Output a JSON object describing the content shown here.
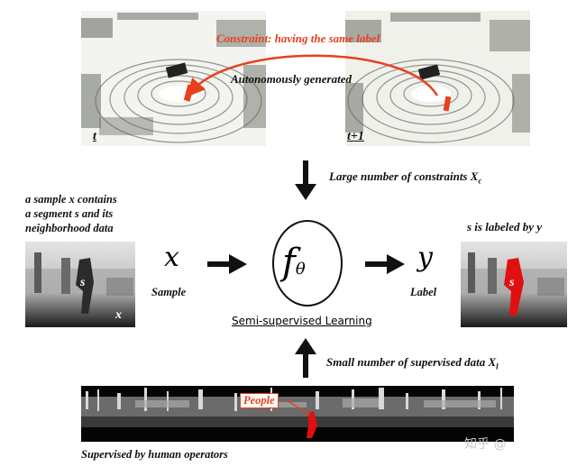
{
  "top": {
    "constraint_label": "Constraint: having the same label",
    "auto_label": "Autonomously generated",
    "frame_t": "t",
    "frame_t1": "t+1"
  },
  "middle": {
    "constraints_text": "Large number of constraints X",
    "constraints_sub": "c",
    "left_desc": [
      "a sample x contains",
      "a segment s and its",
      "neighborhood data"
    ],
    "right_desc": "s is labeled by y",
    "x_symbol": "x",
    "sample_label": "Sample",
    "f_symbol": "f",
    "theta_symbol": "θ",
    "y_symbol": "y",
    "label_label": "Label",
    "ssl_label": "Semi-supervised Learning",
    "s_marker_left": "s",
    "x_marker_left": "x",
    "s_marker_right": "s"
  },
  "bottom": {
    "supervised_text": "Small number of supervised data X",
    "supervised_sub": "l",
    "people_tag": "People",
    "human_text": "Supervised by human operators",
    "watermark": "知乎 @"
  },
  "colors": {
    "accent_red": "#e8401c",
    "ink": "#111111"
  }
}
